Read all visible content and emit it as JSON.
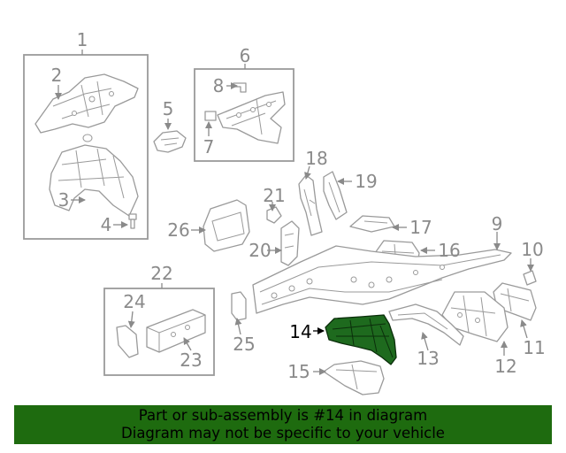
{
  "highlight": {
    "part_number": "14",
    "color": "#1e6a1e"
  },
  "callouts": [
    "1",
    "2",
    "3",
    "4",
    "5",
    "6",
    "7",
    "8",
    "9",
    "10",
    "11",
    "12",
    "13",
    "14",
    "15",
    "16",
    "17",
    "18",
    "19",
    "20",
    "21",
    "22",
    "23",
    "24",
    "25",
    "26"
  ],
  "banner": {
    "line1": "Part or sub-assembly is #14 in diagram",
    "line2": "Diagram may not be specific to your vehicle",
    "background": "#1e6b0f"
  }
}
